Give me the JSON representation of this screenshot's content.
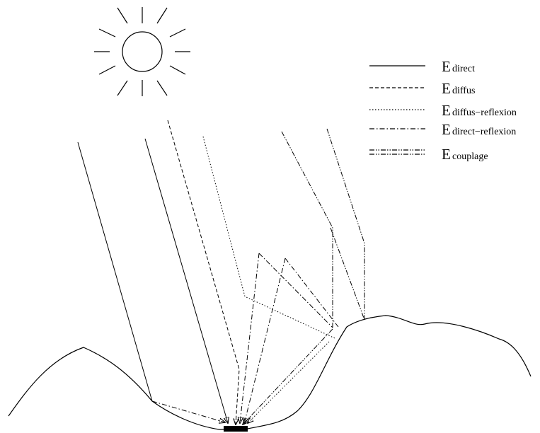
{
  "legend": {
    "items": [
      {
        "letter": "E",
        "subscript": "direct",
        "style": "solid"
      },
      {
        "letter": "E",
        "subscript": "diffus",
        "style": "dashed"
      },
      {
        "letter": "E",
        "subscript": "diffus−reflexion",
        "style": "dotted"
      },
      {
        "letter": "E",
        "subscript": "direct−reflexion",
        "style": "dash-dot"
      },
      {
        "letter": "E",
        "subscript": "couplage",
        "style": "double-dash-dot"
      }
    ]
  },
  "icons": {
    "sun": "sun-icon",
    "sensor": "sensor-block"
  }
}
